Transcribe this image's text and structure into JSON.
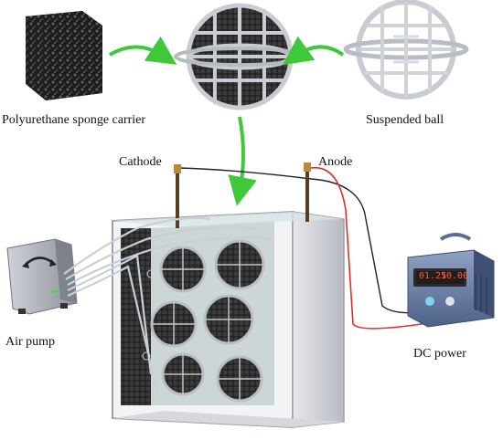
{
  "labels": {
    "sponge_carrier": "Polyurethane sponge carrier",
    "suspended_ball": "Suspended ball",
    "cathode": "Cathode",
    "anode": "Anode",
    "air_pump": "Air pump",
    "dc_power": "DC power"
  },
  "power_supply": {
    "display_left": "01.25",
    "display_right": "10.00"
  },
  "colors": {
    "arrow": "#3fc93a",
    "red_wire": "#d9302c",
    "black_wire": "#222222"
  }
}
